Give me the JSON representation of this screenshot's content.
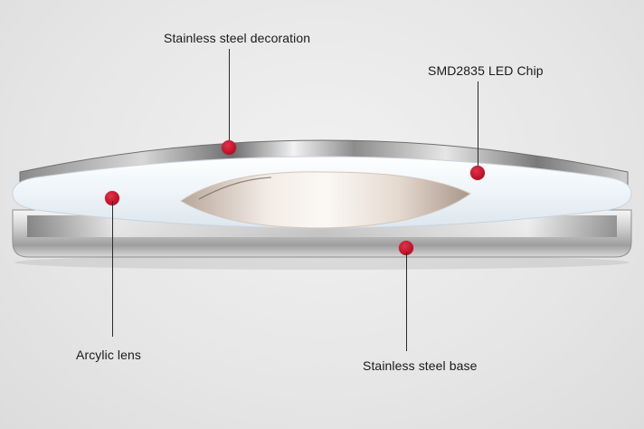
{
  "callouts": {
    "decoration": "Stainless steel decoration",
    "chip": "SMD2835 LED Chip",
    "lens": "Arcylic lens",
    "base": "Stainless steel base"
  },
  "colors": {
    "marker": "#c0122a",
    "steel": "#bfbfbf",
    "lens": "#f4f8fb"
  }
}
